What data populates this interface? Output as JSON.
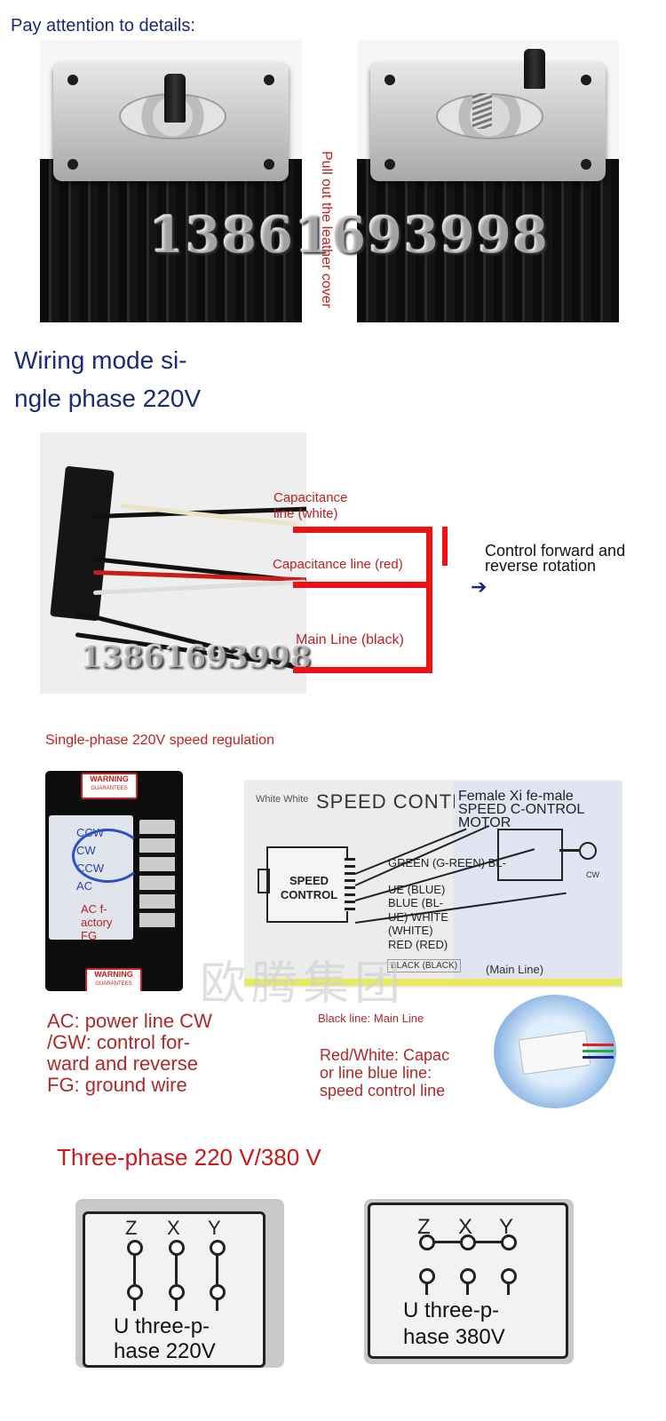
{
  "section1": {
    "heading": "Pay attention to details:",
    "watermark": "13861693998",
    "vertical_label": "Pull out the leather cover"
  },
  "section2": {
    "heading_line1": "Wiring mode si-",
    "heading_line2": "ngle phase 220V",
    "watermark": "13861693998",
    "label_white": "Capacitance line (white)",
    "label_red": "Capacitance line (red)",
    "label_black": "Main Line (black)",
    "control_text_line1": "Control forward and",
    "control_text_line2": "reverse rotation",
    "arrow": "➔"
  },
  "section3": {
    "heading": "Single-phase 220V speed regulation",
    "warning_top": "WARNING",
    "warning_bottom": "WARNING",
    "guarantees": "GUARANTEES",
    "terminal_labels": [
      "CCW",
      "CW",
      "CCW",
      "AC"
    ],
    "ac_factory": "AC f-actory FG",
    "white_white": "White White",
    "speed_control_title": "SPEED  CONTI",
    "female_motor": "Female Xi fe-male SPEED C-ONTROL MOTOR",
    "speed_box": "SPEED CONTROL",
    "wire_green": "GREEN (G-REEN) BL-",
    "wire_blue1": "UE (BLUE)",
    "wire_blue2": "BLUE (BL-",
    "wire_white": "UE) WHITE",
    "wire_white2": "(WHITE)",
    "wire_red": "RED (RED)",
    "black_black": "BLACK (BLACK)",
    "main_line": "(Main Line)",
    "cw": "CW",
    "watermark_cn": "欧腾集团",
    "legend_ac_line1": "AC: power line CW",
    "legend_ac_line2": "/GW: control for-",
    "legend_ac_line3": "ward and reverse",
    "legend_ac_line4": "FG: ground wire",
    "black_main": "Black line: Main Line",
    "redwhite_line1": "Red/White: Capac",
    "redwhite_line2": "or line blue line:",
    "redwhite_line3": "speed control line"
  },
  "section4": {
    "heading": "Three-phase 220 V/380 V",
    "left_letters": [
      "Z",
      "X",
      "Y"
    ],
    "right_letters": [
      "Z",
      "X",
      "Y"
    ],
    "left_caption_line1": "U three-p-",
    "left_caption_line2": "hase 220V",
    "right_caption_line1": "U three-p-",
    "right_caption_line2": "hase 380V"
  },
  "colors": {
    "navy": "#1a2a7a",
    "red": "#c42020",
    "bar_red": "#ee1111"
  }
}
